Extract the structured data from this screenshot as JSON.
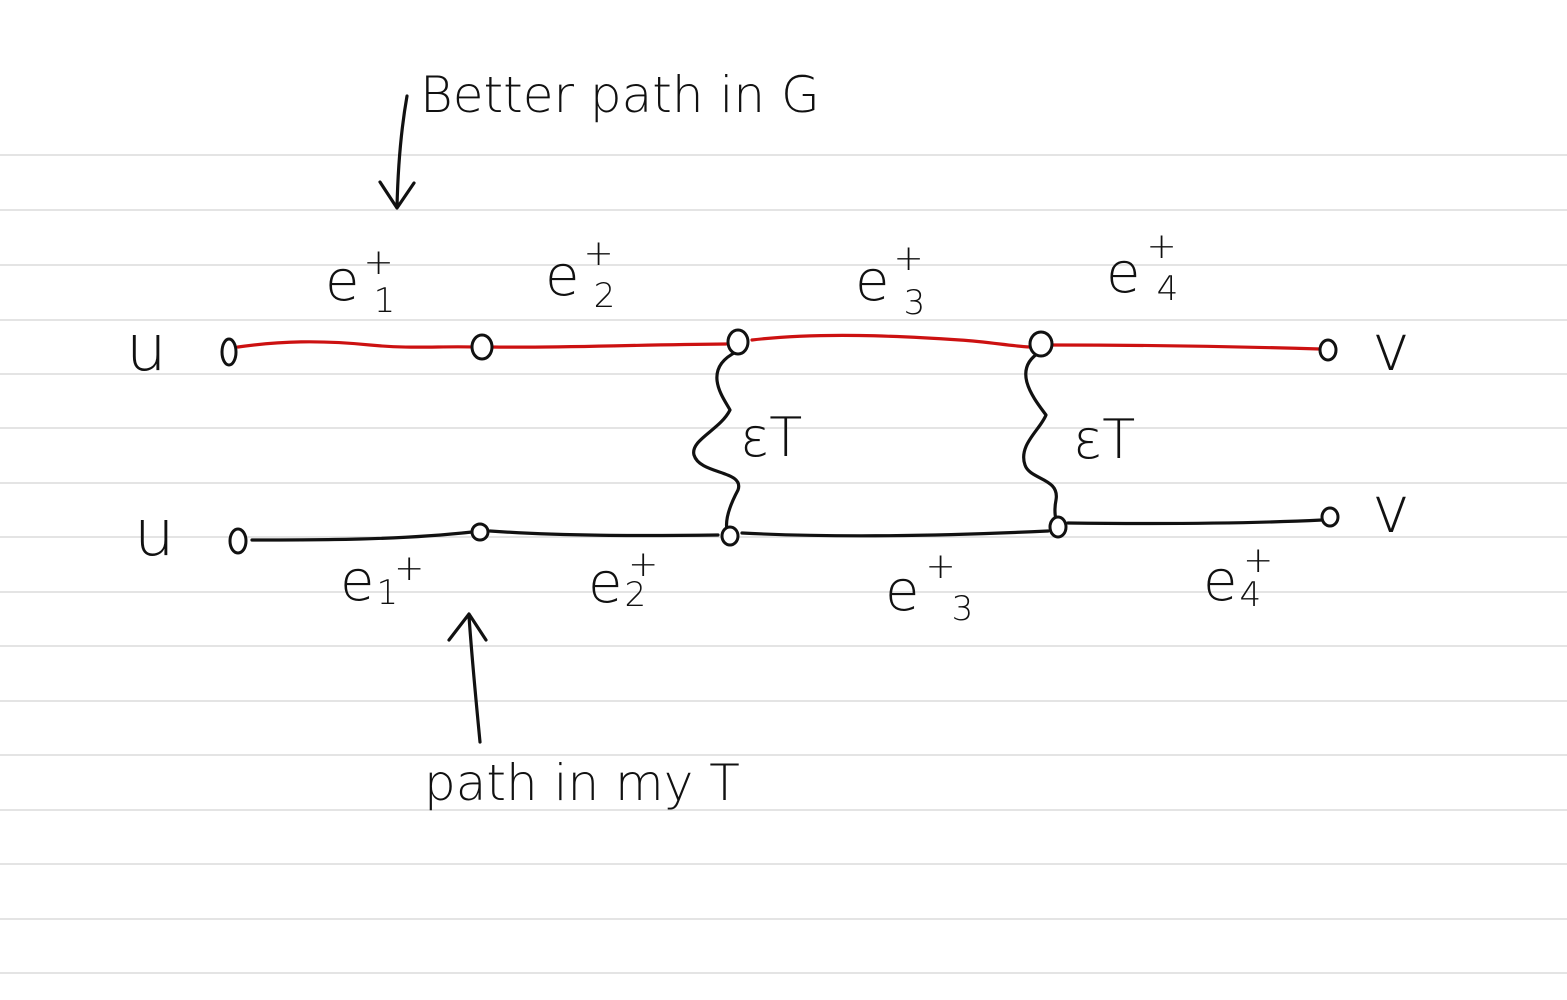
{
  "annotations": {
    "top_note": "Better path in G",
    "bottom_note": "path in my T"
  },
  "vertices": {
    "top_start": "u",
    "top_end": "v",
    "bottom_start": "u",
    "bottom_end": "v"
  },
  "top_path": {
    "color": "#cc1111",
    "edges": [
      {
        "base": "e",
        "sub": "1",
        "sup": "+"
      },
      {
        "base": "e",
        "sub": "2",
        "sup": "+"
      },
      {
        "base": "e",
        "sub": "3",
        "sup": "+"
      },
      {
        "base": "e",
        "sub": "4",
        "sup": "+"
      }
    ]
  },
  "bottom_path": {
    "color": "#111111",
    "edges": [
      {
        "base": "e",
        "sub": "1",
        "sup": "+"
      },
      {
        "base": "e",
        "sub": "2",
        "sup": "+"
      },
      {
        "base": "e",
        "sub": "3",
        "sup": "+"
      },
      {
        "base": "e",
        "sub": "4",
        "sup": "+"
      }
    ]
  },
  "connectors": [
    {
      "label": "εT"
    },
    {
      "label": "εT"
    }
  ],
  "colors": {
    "ink": "#111111",
    "red_path": "#cc1111",
    "ruled_lines": "#dcdcdc"
  }
}
